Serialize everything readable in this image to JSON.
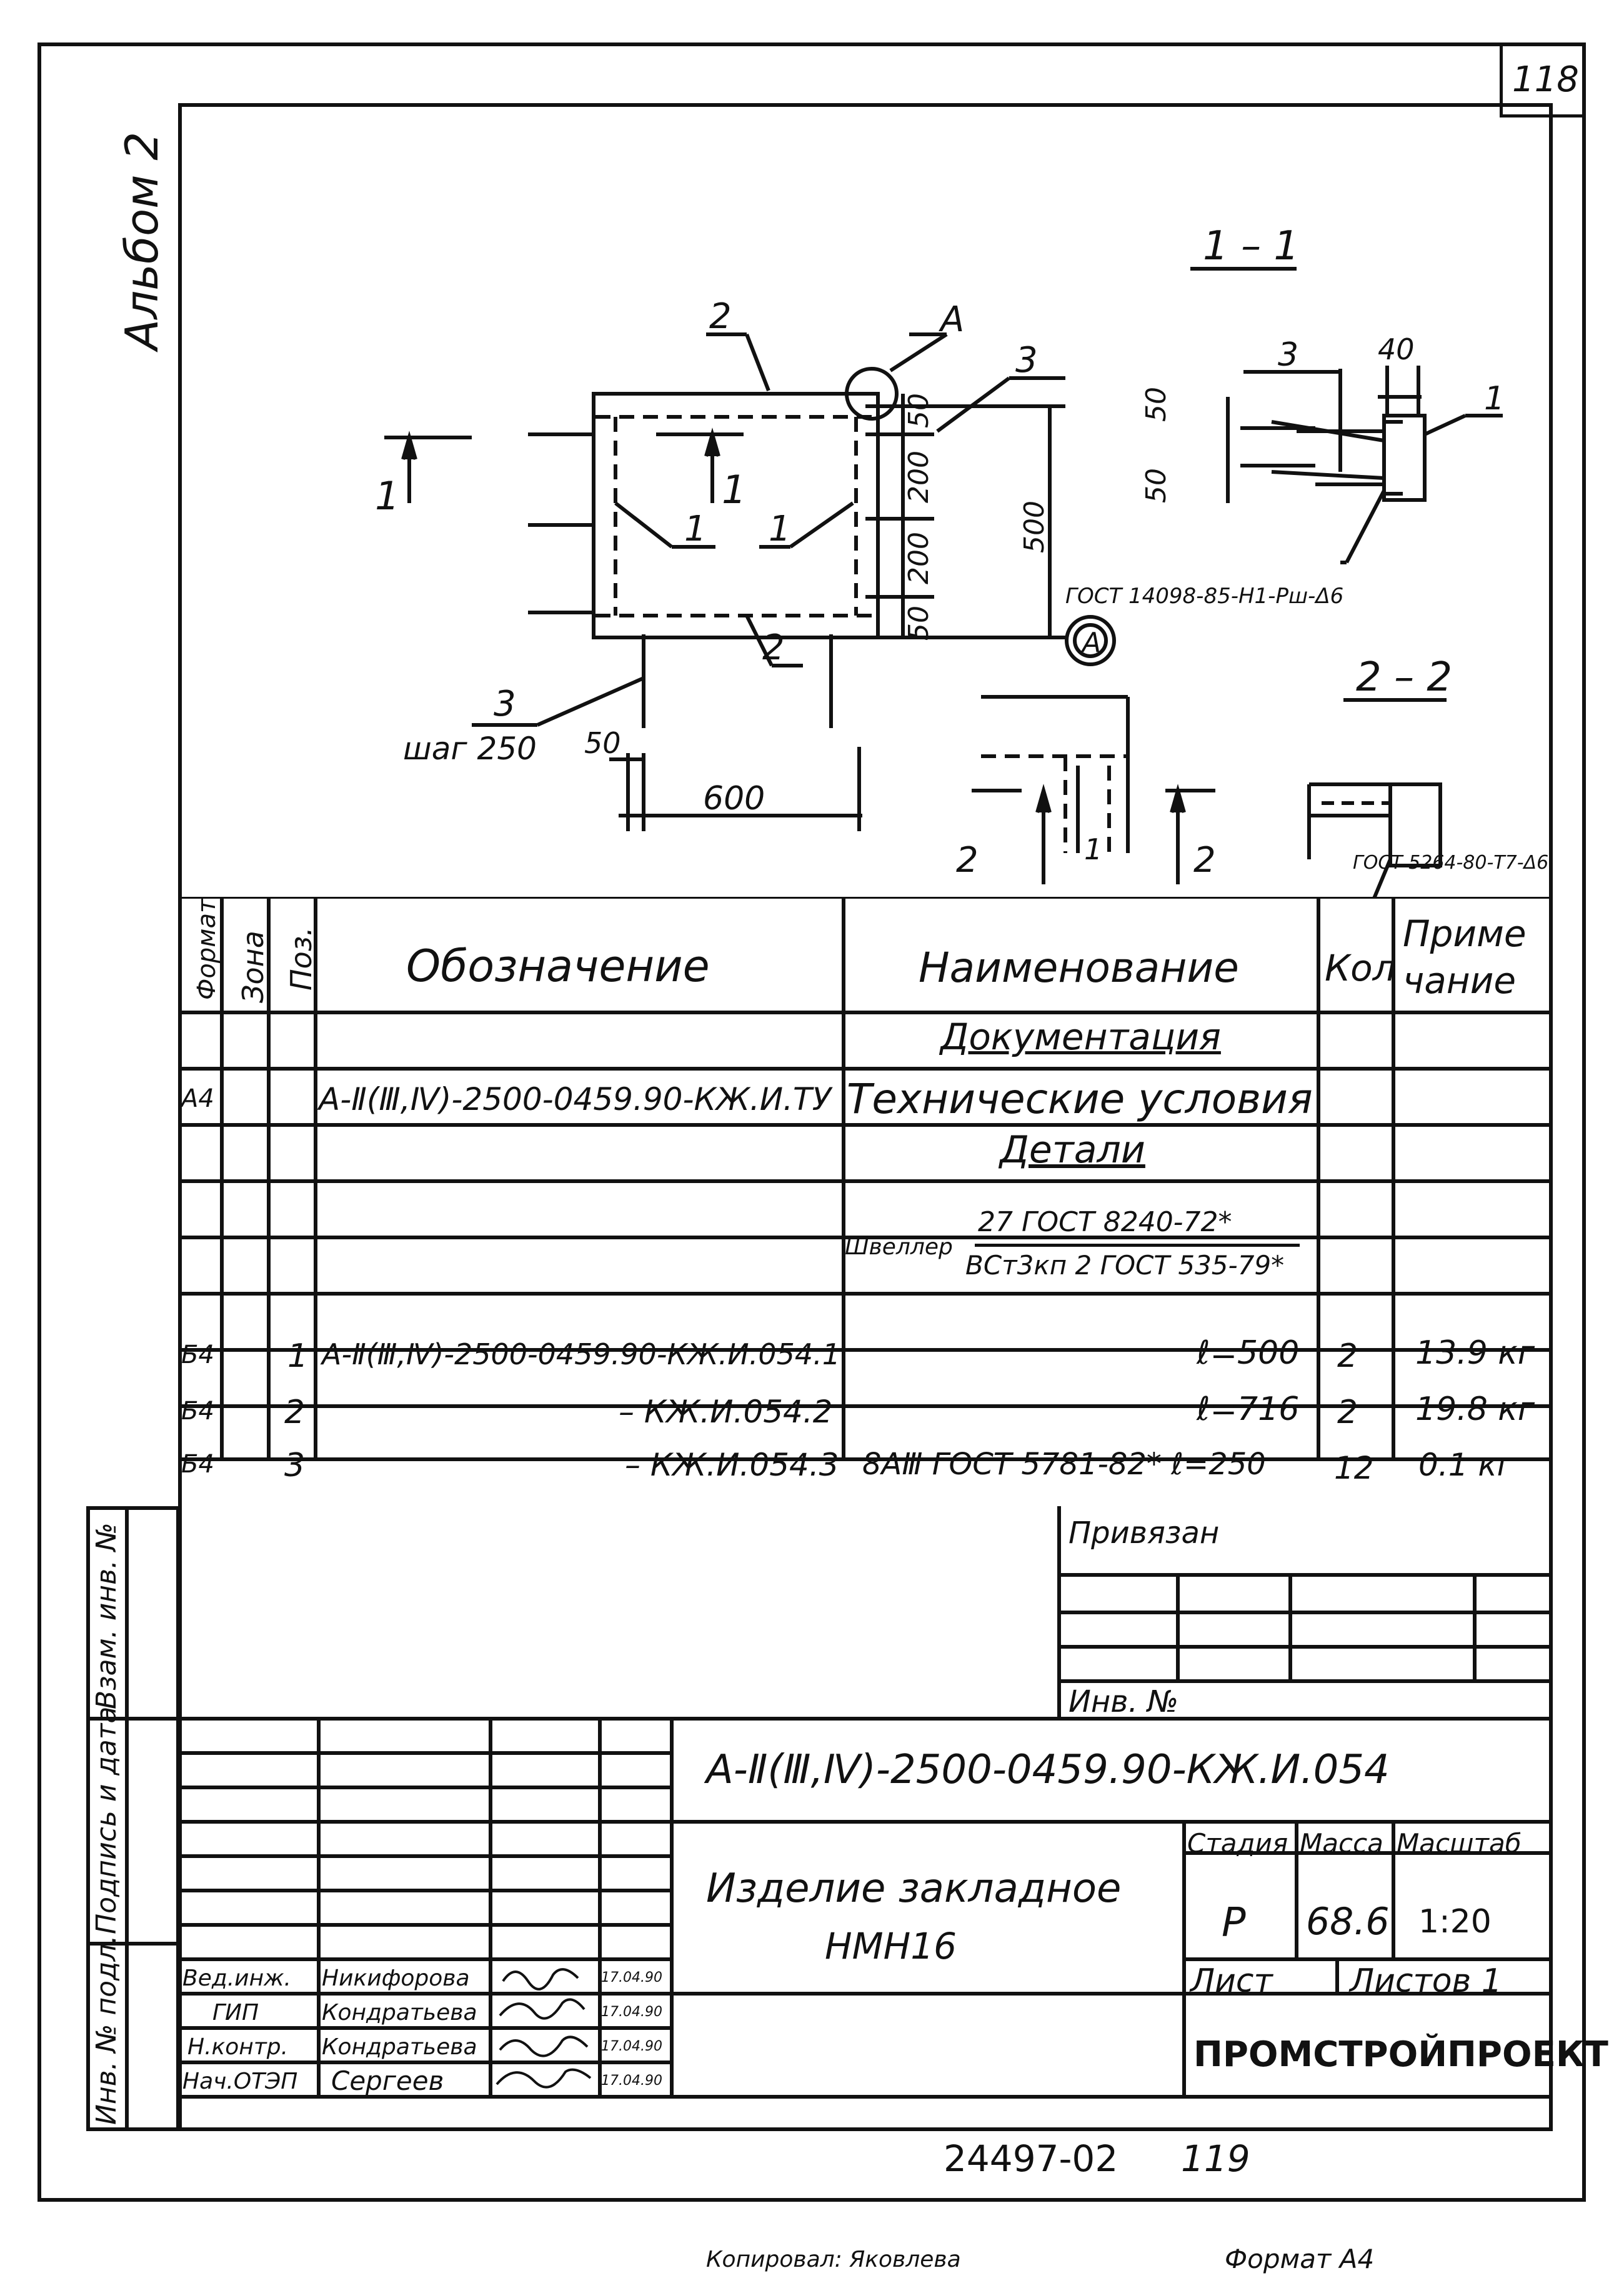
{
  "page": {
    "sheet_no": "118",
    "album_label": "Альбом 2",
    "footer_number": "24497-02",
    "footer_page": "119",
    "copied_by": "Копировал: Яковлева",
    "format_note": "Формат А4"
  },
  "drawing": {
    "callout_a": "А",
    "callout_a_circled": "А",
    "section_1_1": "1 – 1",
    "section_2_2": "2 – 2",
    "pos_1": "1",
    "pos_2": "2",
    "pos_3": "3",
    "step_label": "шаг 250",
    "dim_600": "600",
    "dim_50": "50",
    "dim_200": "200",
    "dim_500": "500",
    "dim_40": "40",
    "weld_note_1": "ГОСТ 14098-85-Н1-Рш-Δ6",
    "weld_note_2": "ГОСТ 5264-80-Т7-Δ6",
    "section_mark_1": "1",
    "section_mark_2": "2"
  },
  "spec": {
    "headers": {
      "format": "Формат",
      "zone": "Зона",
      "pos": "Поз.",
      "designation": "Обозначение",
      "name": "Наименование",
      "qty": "Кол",
      "note_1": "Приме",
      "note_2": "чание"
    },
    "section_docs": "Документация",
    "section_parts": "Детали",
    "rows": [
      {
        "format": "А4",
        "pos": "",
        "designation": "А-Ⅱ(Ⅲ,Ⅳ)-2500-0459.90-КЖ.И.ТУ",
        "name": "Технические условия",
        "qty": "",
        "note": ""
      },
      {
        "format": "",
        "pos": "",
        "designation": "",
        "name": "",
        "qty": "",
        "note": ""
      },
      {
        "format": "",
        "pos": "",
        "designation": "",
        "name": "",
        "qty": "",
        "note": ""
      },
      {
        "format": "Б4",
        "pos": "1",
        "designation": "А-Ⅱ(Ⅲ,Ⅳ)-2500-0459.90-КЖ.И.054.1",
        "name": "ℓ=500",
        "qty": "2",
        "note": "13.9 кг"
      },
      {
        "format": "Б4",
        "pos": "2",
        "designation": "– КЖ.И.054.2",
        "name": "ℓ=716",
        "qty": "2",
        "note": "19.8 кг"
      },
      {
        "format": "Б4",
        "pos": "3",
        "designation": "– КЖ.И.054.3",
        "name": "8АⅢ ГОСТ 5781-82* ℓ=250",
        "qty": "12",
        "note": "0.1 кг"
      }
    ],
    "channel_prefix": "Швеллер",
    "channel_top": "27 ГОСТ 8240-72*",
    "channel_bottom": "ВСт3кп 2 ГОСТ 535-79*"
  },
  "side_labels": {
    "inv_orig": "Инв. № подл.",
    "sign_date": "Подпись и дата",
    "replace_inv": "Взам. инв. №"
  },
  "title_block": {
    "bound_to": "Привязан",
    "inv_no": "Инв. №",
    "doc_code": "А-Ⅱ(Ⅲ,Ⅳ)-2500-0459.90-КЖ.И.054",
    "item_name_1": "Изделие закладное",
    "item_name_2": "НМН16",
    "stage_label": "Стадия",
    "mass_label": "Масса",
    "scale_label": "Масштаб",
    "stage": "Р",
    "mass": "68.6",
    "scale": "1:20",
    "sheet_label": "Лист",
    "sheets_label": "Листов 1",
    "org": "ПРОМСТРОЙПРОЕКТ",
    "signatures": [
      {
        "role": "Вед.инж.",
        "name": "Никифорова",
        "date": "17.04.90"
      },
      {
        "role": "ГИП",
        "name": "Кондратьева",
        "date": "17.04.90"
      },
      {
        "role": "Н.контр.",
        "name": "Кондратьева",
        "date": "17.04.90"
      },
      {
        "role": "Нач.ОТЭП",
        "name": "Сергеев",
        "date": "17.04.90"
      }
    ]
  }
}
